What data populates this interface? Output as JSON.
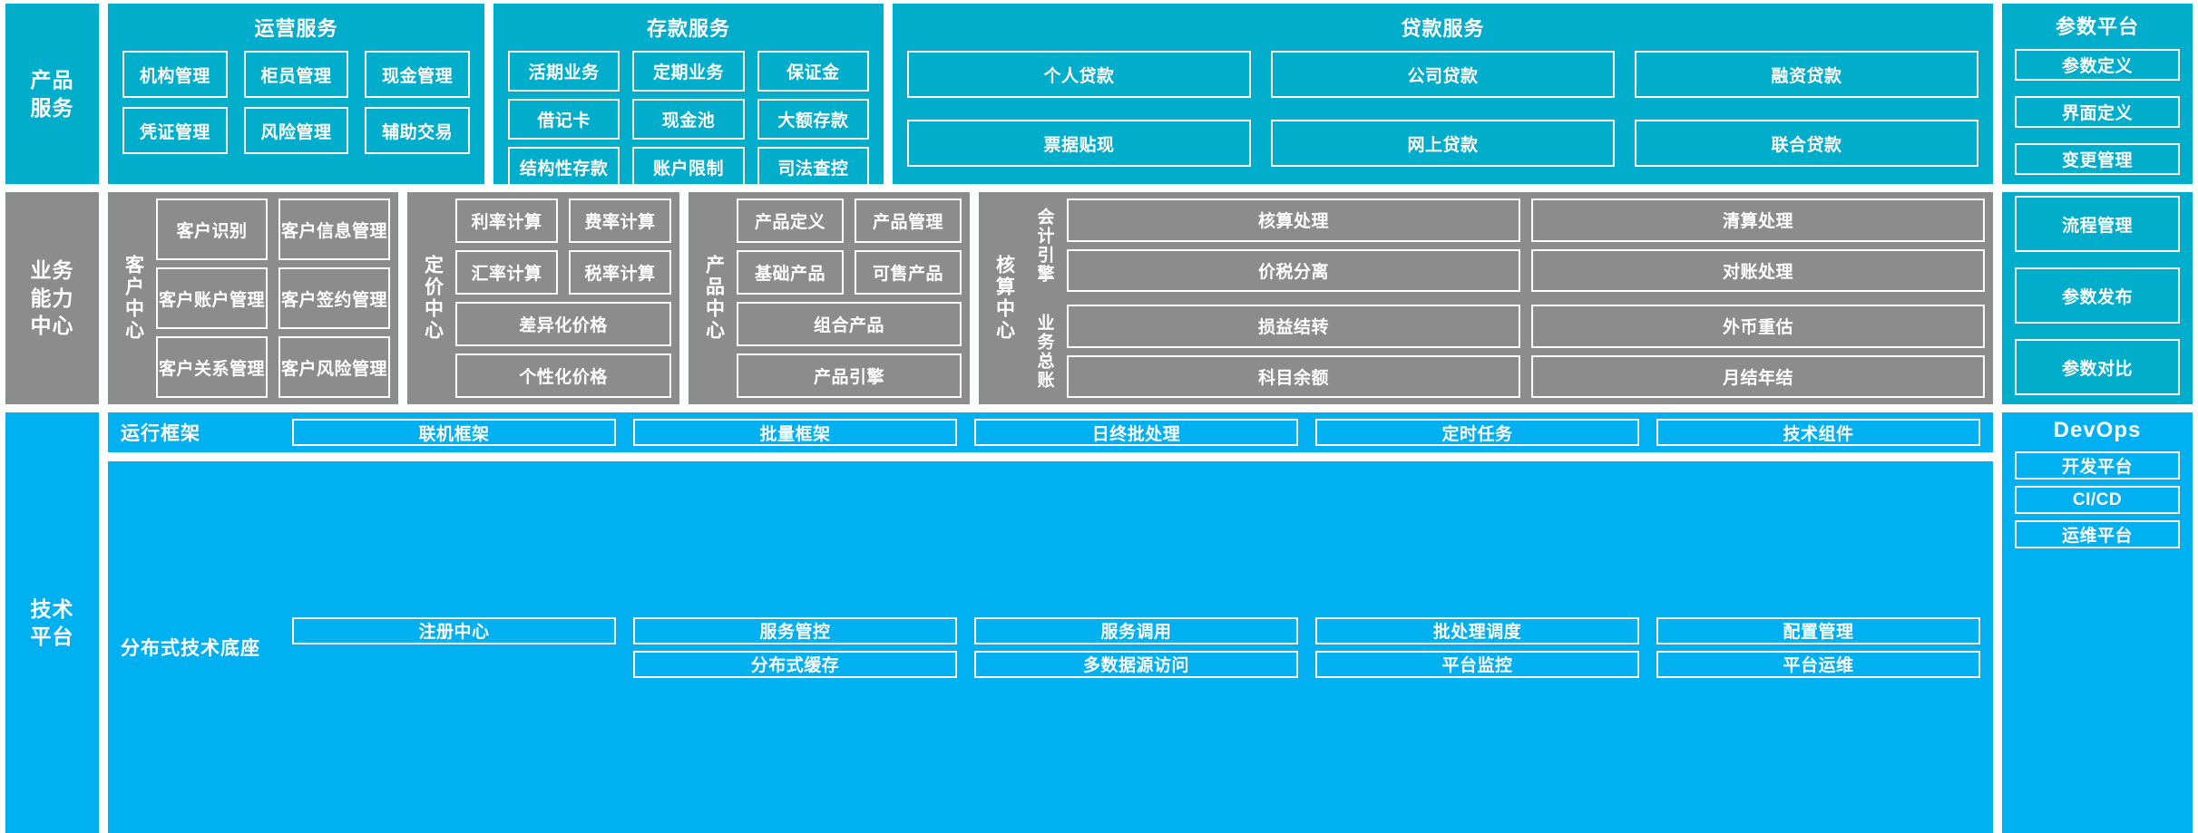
{
  "colors": {
    "teal": "#00adca",
    "gray": "#8c8c8c",
    "blue": "#00b0f0",
    "border": "#ffffff",
    "background": "#fdfefe"
  },
  "layers": {
    "product_services": {
      "rail_label": "产品\n服务",
      "rail_line1": "产品",
      "rail_line2": "服务",
      "groups": [
        {
          "title": "运营服务",
          "items": [
            "机构管理",
            "柜员管理",
            "现金管理",
            "凭证管理",
            "风险管理",
            "辅助交易"
          ]
        },
        {
          "title": "存款服务",
          "items": [
            "活期业务",
            "定期业务",
            "保证金",
            "借记卡",
            "现金池",
            "大额存款",
            "结构性存款",
            "账户限制",
            "司法查控"
          ]
        },
        {
          "title": "贷款服务",
          "items": [
            "个人贷款",
            "公司贷款",
            "融资贷款",
            "票据贴现",
            "网上贷款",
            "联合贷款"
          ]
        }
      ]
    },
    "business_capability": {
      "rail_line1": "业务",
      "rail_line2": "能力",
      "rail_line3": "中心",
      "centers": [
        {
          "name": "客户中心",
          "items": [
            "客户识别",
            "客户信息管理",
            "客户账户管理",
            "客户签约管理",
            "客户关系管理",
            "客户风险管理"
          ]
        },
        {
          "name": "定价中心",
          "items": [
            "利率计算",
            "费率计算",
            "汇率计算",
            "税率计算",
            "差异化价格",
            "个性化价格"
          ]
        },
        {
          "name": "产品中心",
          "items": [
            "产品定义",
            "产品管理",
            "基础产品",
            "可售产品",
            "组合产品",
            "产品引擎"
          ]
        },
        {
          "name": "核算中心",
          "subgroups": [
            {
              "name": "会计引擎",
              "items": [
                "核算处理",
                "清算处理",
                "价税分离",
                "对账处理"
              ]
            },
            {
              "name": "业务总账",
              "items": [
                "损益结转",
                "外币重估",
                "科目余额",
                "月结年结"
              ]
            }
          ]
        }
      ]
    },
    "tech_platform": {
      "rail_line1": "技术",
      "rail_line2": "平台",
      "rows": [
        {
          "label": "运行框架",
          "items": [
            "联机框架",
            "批量框架",
            "日终批处理",
            "定时任务",
            "技术组件"
          ]
        },
        {
          "label": "分布式技术底座",
          "anchor": "注册中心",
          "items": [
            "服务管控",
            "服务调用",
            "批处理调度",
            "配置管理",
            "分布式缓存",
            "多数据源访问",
            "平台监控",
            "平台运维"
          ]
        }
      ]
    }
  },
  "side_panels": {
    "parameter_platform": {
      "title": "参数平台",
      "items": [
        "参数定义",
        "界面定义",
        "变更管理",
        "流程管理",
        "参数发布",
        "参数对比"
      ]
    },
    "devops": {
      "title": "DevOps",
      "items": [
        "开发平台",
        "CI/CD",
        "运维平台"
      ]
    }
  }
}
